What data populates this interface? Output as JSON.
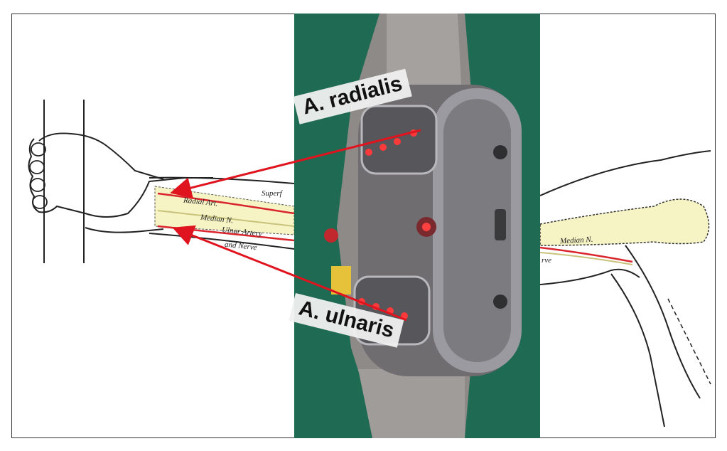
{
  "callouts": {
    "radialis": "A. radialis",
    "ulnaris": "A. ulnaris"
  },
  "anatomy_labels": {
    "superf": "Superf",
    "radial_art": "Radial Art.",
    "median_n_left": "Median N.",
    "ulnar_artery": "Ulnar Artery",
    "and_nerve": "and Nerve",
    "median_n_right": "Median N.",
    "nerve": "rve"
  },
  "colors": {
    "arrow": "#e0141e",
    "photo_bg": "#1f6a52",
    "device": "#9a9aa0",
    "artery": "#d8242a",
    "bone": "#f6f3c4"
  }
}
